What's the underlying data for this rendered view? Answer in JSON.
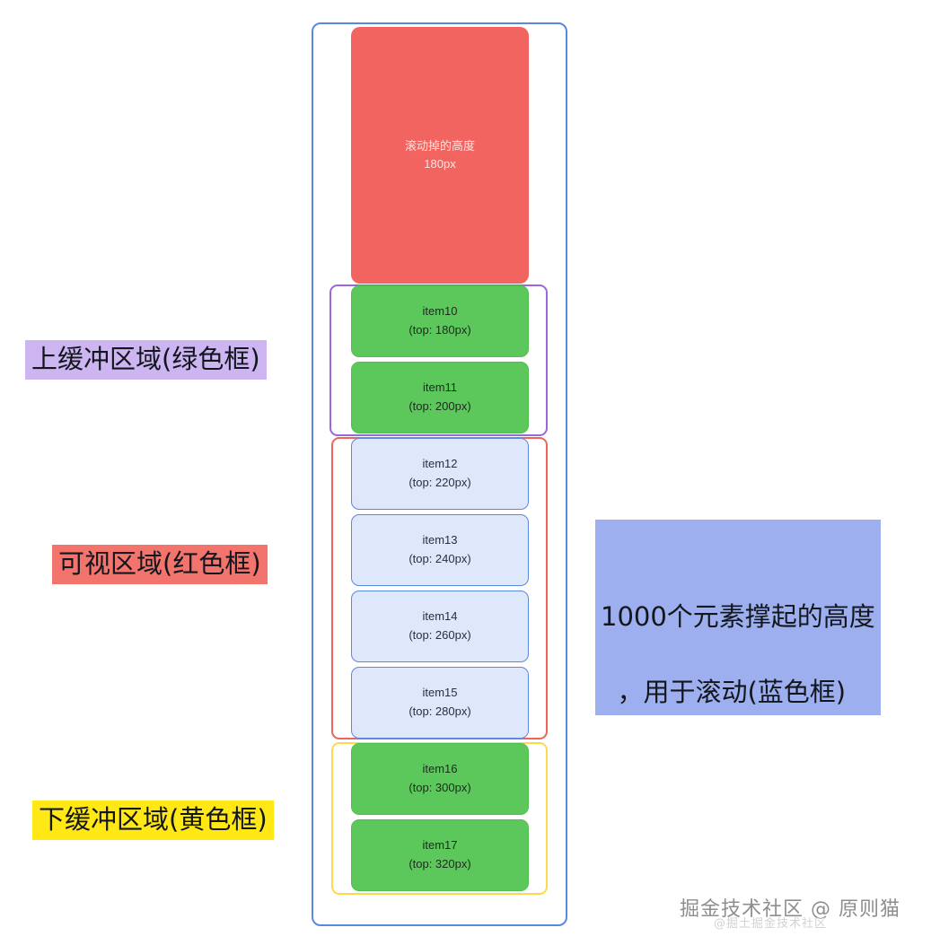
{
  "scroll_container": {
    "name": "scroll-container",
    "border_color": "#5b87e0"
  },
  "scrolled_block": {
    "title": "滚动掉的高度",
    "value": "180px",
    "color": "#f2645f"
  },
  "regions": {
    "buffer_top": {
      "label": "上缓冲区域(绿色框)",
      "box_color": "#9b66e0",
      "highlight_color": "#cdb5f2"
    },
    "viewport": {
      "label": "可视区域(红色框)",
      "box_color": "#f0635c",
      "highlight_color": "#f2746c"
    },
    "buffer_bottom": {
      "label": "下缓冲区域(黄色框)",
      "box_color": "#ffd94a",
      "highlight_color": "#ffe815"
    },
    "scroll_height": {
      "line1": "1000个元素撑起的高度",
      "line2": "，用于滚动(蓝色框)",
      "highlight_color": "#9dafef"
    }
  },
  "items": [
    {
      "name": "item10",
      "top": "(top: 180px)",
      "kind": "buffer"
    },
    {
      "name": "item11",
      "top": "(top: 200px)",
      "kind": "buffer"
    },
    {
      "name": "item12",
      "top": "(top: 220px)",
      "kind": "visible"
    },
    {
      "name": "item13",
      "top": "(top: 240px)",
      "kind": "visible"
    },
    {
      "name": "item14",
      "top": "(top: 260px)",
      "kind": "visible"
    },
    {
      "name": "item15",
      "top": "(top: 280px)",
      "kind": "visible"
    },
    {
      "name": "item16",
      "top": "(top: 300px)",
      "kind": "buffer"
    },
    {
      "name": "item17",
      "top": "(top: 320px)",
      "kind": "buffer"
    }
  ],
  "watermark": {
    "text": "掘金技术社区 @ 原则猫",
    "sub": "@掘土掘金技术社区"
  }
}
